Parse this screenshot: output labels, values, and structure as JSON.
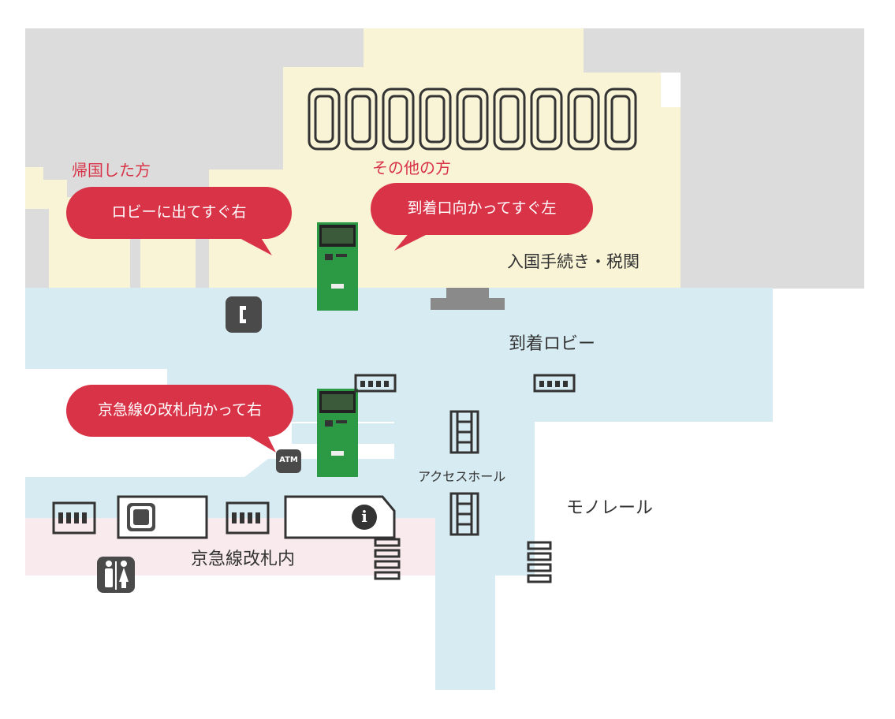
{
  "labels": {
    "returning": "帰国した方",
    "others": "その他の方",
    "immigration": "入国手続き・税関",
    "arrival_lobby": "到着ロビー",
    "access_hall": "アクセスホール",
    "monorail": "モノレール",
    "keikyu_gate_inside": "京急線改札内"
  },
  "bubbles": {
    "lobby_right": "ロビーに出てすぐ右",
    "arrival_left": "到着口向かってすぐ左",
    "keikyu_right": "京急線の改札向かって右"
  },
  "icons": {
    "atm": "ATM",
    "info": "i"
  },
  "colors": {
    "gray_area": "#dcdcdc",
    "yellow_area": "#f8f4d5",
    "lobby_area": "#d7ebf2",
    "pink_area": "#f8eaed",
    "bubble": "#d83347",
    "machine": "#2c9a45",
    "icon_dark": "#4a4a4a"
  }
}
